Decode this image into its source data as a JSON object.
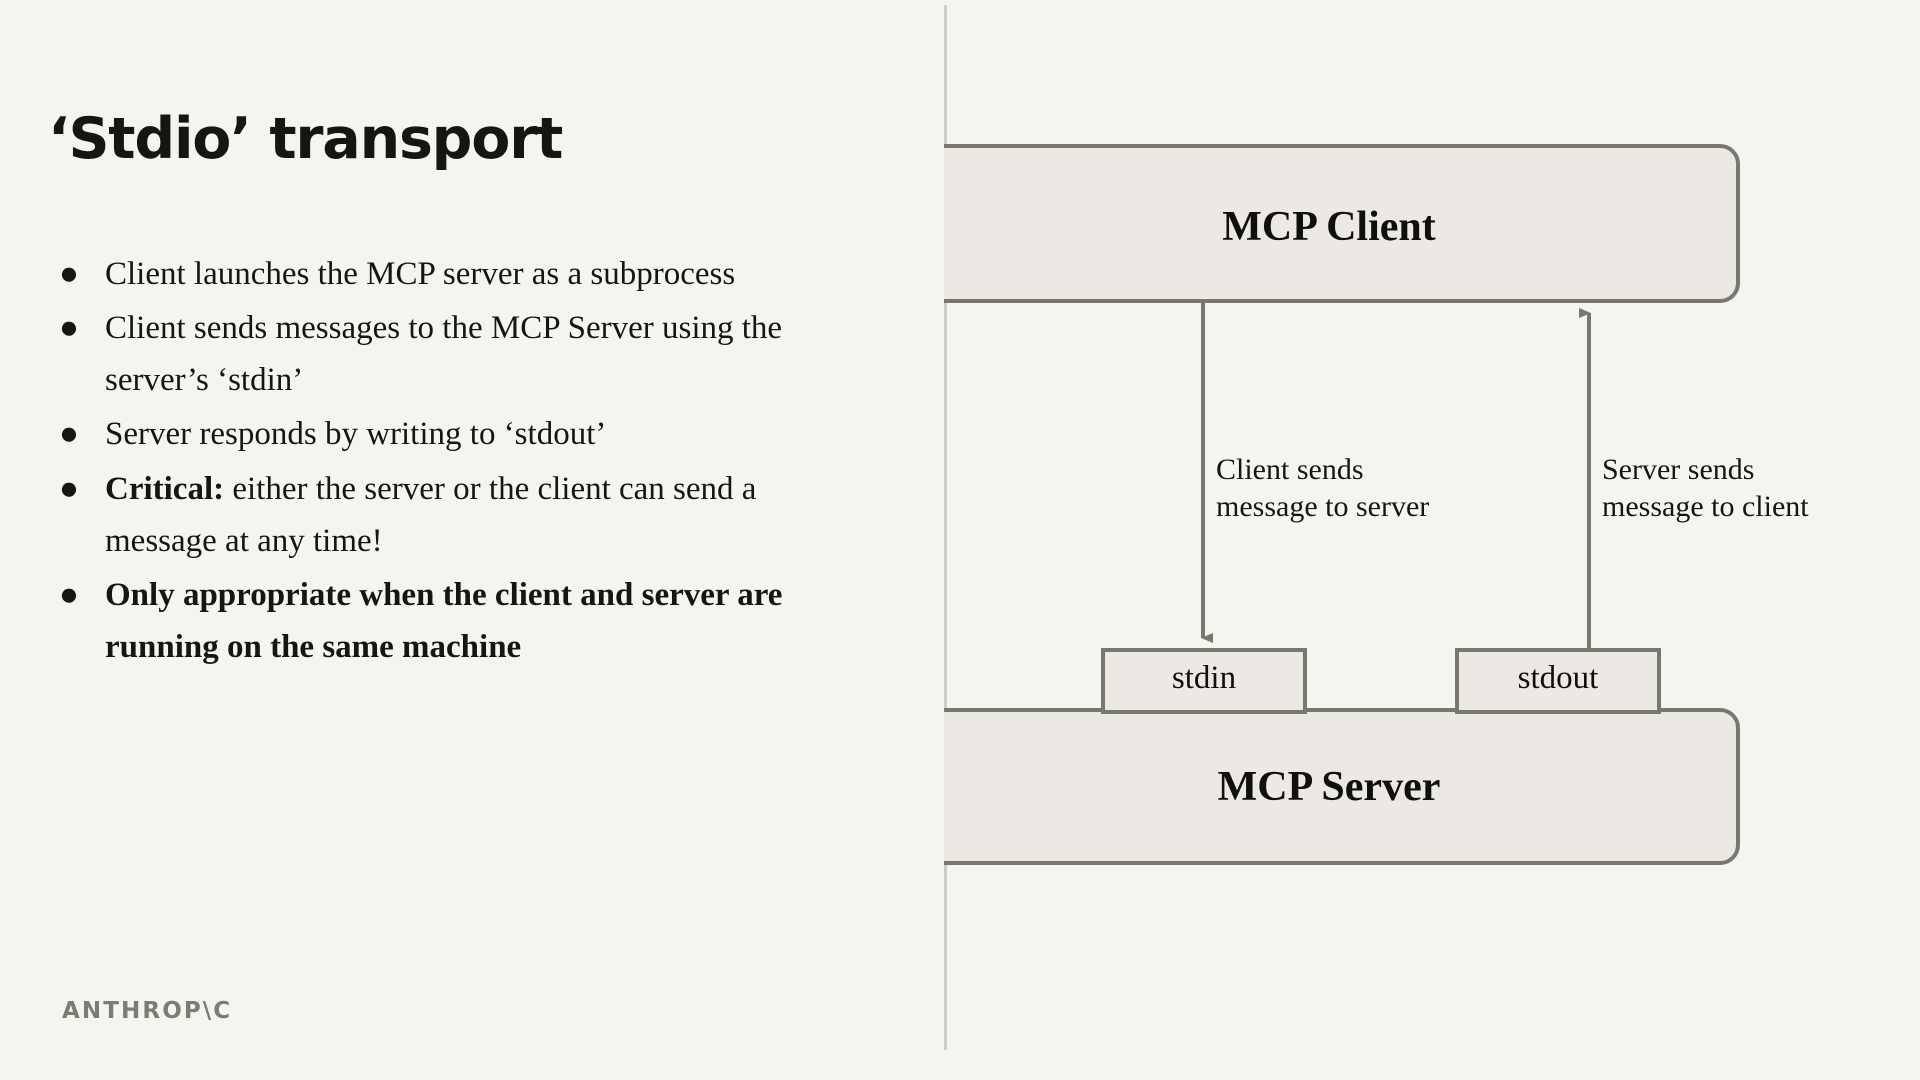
{
  "slide": {
    "background_color": "#f4f5f0",
    "divider_color": "#cdcec5",
    "title": "‘Stdio’ transport",
    "wordmark": "ANTHROP\\C",
    "wordmark_color": "#7b7d70"
  },
  "bullets": [
    {
      "bold_lead": "",
      "text": "Client launches the MCP server as a subprocess",
      "all_bold": false
    },
    {
      "bold_lead": "",
      "text": "Client sends messages to the MCP Server using the server’s ‘stdin’",
      "all_bold": false
    },
    {
      "bold_lead": "",
      "text": "Server responds by writing to ‘stdout’",
      "all_bold": false
    },
    {
      "bold_lead": "Critical:",
      "text": " either the server or the client can send a message at any time!",
      "all_bold": false
    },
    {
      "bold_lead": "",
      "text": "Only appropriate when the client and server are running on the same machine",
      "all_bold": true
    }
  ],
  "diagram": {
    "node_fill": "#ece9e4",
    "node_stroke": "#767a6d",
    "arrow_color": "#767a6d",
    "nodes": [
      {
        "id": "mcp-client",
        "label": "MCP Client"
      },
      {
        "id": "mcp-server",
        "label": "MCP Server"
      },
      {
        "id": "stdin",
        "label": "stdin"
      },
      {
        "id": "stdout",
        "label": "stdout"
      }
    ],
    "edges": [
      {
        "id": "client-to-stdin",
        "from": "mcp-client",
        "to": "stdin",
        "direction": "down",
        "label": "Client sends\nmessage to server"
      },
      {
        "id": "stdout-to-client",
        "from": "stdout",
        "to": "mcp-client",
        "direction": "up",
        "label": "Server sends\nmessage to client"
      }
    ]
  }
}
